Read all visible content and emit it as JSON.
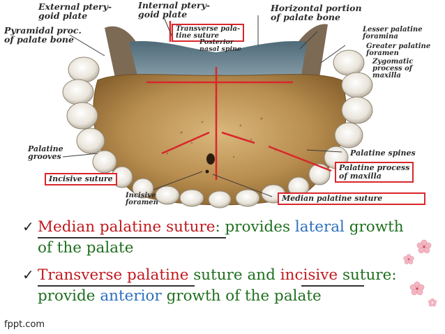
{
  "figure": {
    "labels": {
      "external_pterygoid": "External ptery-\ngoid plate",
      "internal_pterygoid": "Internal ptery-\ngoid plate",
      "horizontal_portion": "Horizontal portion\nof palate bone",
      "pyramidal_process": "Pyramidal proc.\nof palate bone",
      "transverse_suture": "Transverse pala-\ntine suture",
      "posterior_nasal_spine": "Posterior\nnasal spine",
      "lesser_palatine": "Lesser palatine\nforamina",
      "greater_palatine": "Greater palatine\nforamen",
      "zygomatic_process": "Zygomatic\nprocess of\nmaxilla",
      "palatine_grooves": "Palatine\ngrooves",
      "incisive_suture": "Incisive suture",
      "palatine_spines": "Palatine spines",
      "palatine_process": "Palatine process\nof maxilla",
      "incisive_foramen": "Incisive\nforamen",
      "median_palatine_suture": "Median palatine suture"
    }
  },
  "bullets": [
    {
      "term": "Median palatine suture",
      "sep": ":",
      "text_before": " provides ",
      "highlight": "lateral",
      "text_after": " growth",
      "line2": "of the palate"
    },
    {
      "term": "Transverse palatine",
      "middle": " suture and ",
      "term2": "incisive",
      "text_after": " suture",
      "sep": ":",
      "line2_before": "provide ",
      "highlight": "anterior",
      "line2_after": " growth of the palate"
    }
  ],
  "watermark": "fppt.com",
  "colors": {
    "term": "#c0191e",
    "body": "#1f6f1f",
    "highlight": "#2c6fbf",
    "annotation": "#d9262b"
  }
}
